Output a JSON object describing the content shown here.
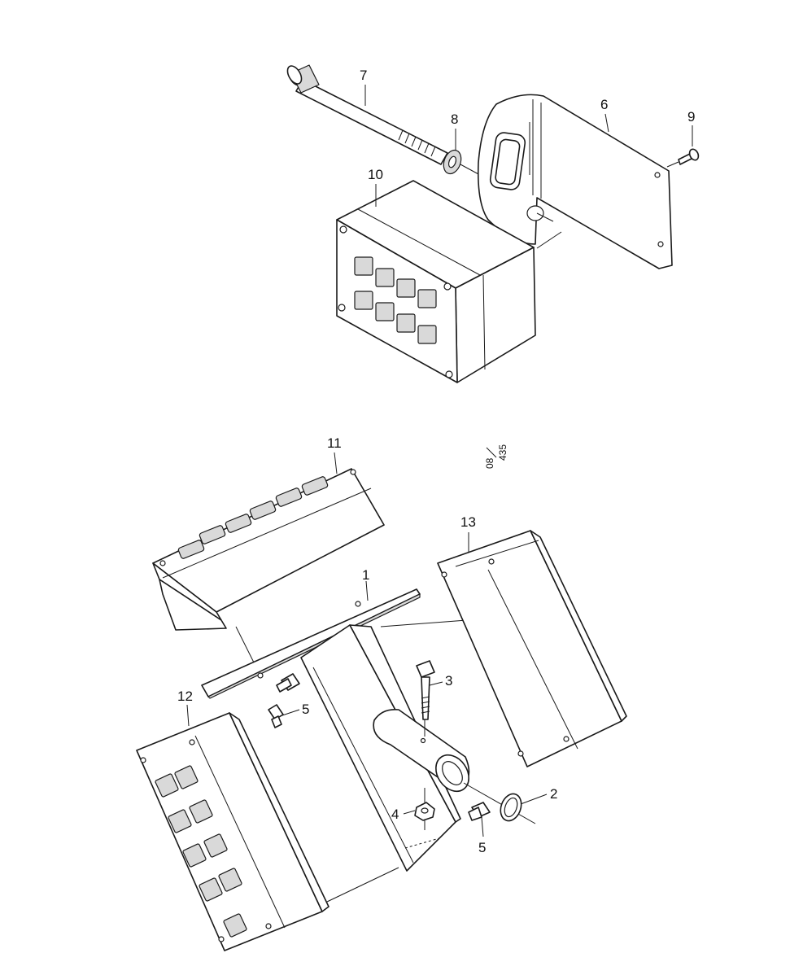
{
  "reference": {
    "numerator": "08",
    "denominator": "435"
  },
  "callouts": [
    {
      "id": "7",
      "label": "7"
    },
    {
      "id": "8",
      "label": "8"
    },
    {
      "id": "6",
      "label": "6"
    },
    {
      "id": "9",
      "label": "9"
    },
    {
      "id": "10",
      "label": "10"
    },
    {
      "id": "11",
      "label": "11"
    },
    {
      "id": "13",
      "label": "13"
    },
    {
      "id": "1",
      "label": "1"
    },
    {
      "id": "3",
      "label": "3"
    },
    {
      "id": "12",
      "label": "12"
    },
    {
      "id": "5a",
      "label": "5"
    },
    {
      "id": "2",
      "label": "2"
    },
    {
      "id": "4",
      "label": "4"
    },
    {
      "id": "5b",
      "label": "5"
    }
  ]
}
